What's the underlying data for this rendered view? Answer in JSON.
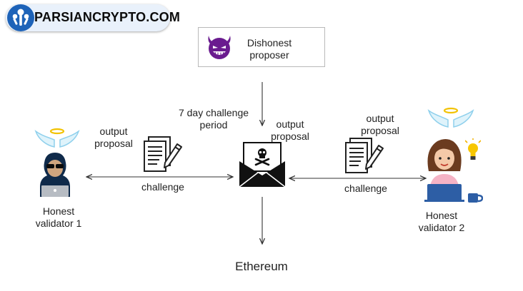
{
  "logo": {
    "text": "PARSIANCRYPTO.COM",
    "icon": "parsiancrypto-logo-icon",
    "color": "#1e63b8"
  },
  "proposer": {
    "line1": "Dishonest",
    "line2": "proposer",
    "icon": "devil-face-icon",
    "color": "#6a1b8f"
  },
  "challenge_period": {
    "line1": "7 day challenge",
    "line2": "period"
  },
  "center": {
    "icon": "envelope-skull-icon",
    "label_line1": "output",
    "label_line2": "proposal"
  },
  "left_proposal": {
    "line1": "output",
    "line2": "proposal",
    "icon": "document-pen-icon"
  },
  "right_proposal": {
    "line1": "output",
    "line2": "proposal",
    "icon": "document-pen-icon"
  },
  "left_edge_label": "challenge",
  "right_edge_label": "challenge",
  "validator1": {
    "line1": "Honest",
    "line2": "validator 1",
    "icon": "hooded-hacker-icon",
    "wings_icon": "angel-wings-halo-icon"
  },
  "validator2": {
    "line1": "Honest",
    "line2": "validator 2",
    "icon": "woman-laptop-icon",
    "wings_icon": "angel-wings-halo-icon",
    "bulb_icon": "lightbulb-icon",
    "mug_icon": "mug-icon"
  },
  "target": {
    "label": "Ethereum"
  }
}
